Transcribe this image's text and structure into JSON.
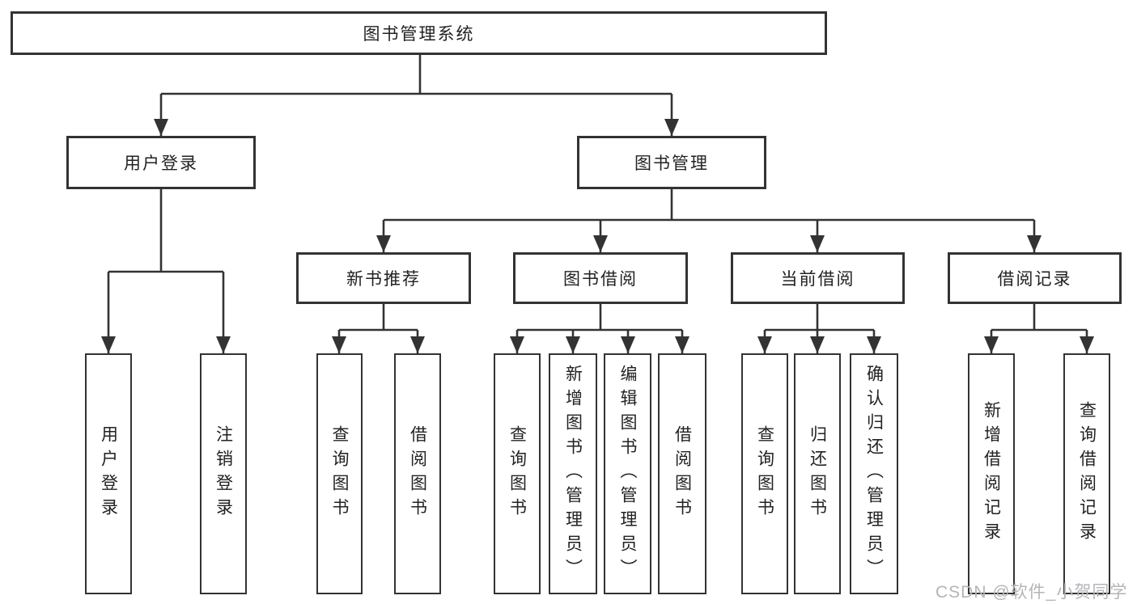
{
  "title": "图书管理系统",
  "watermark": "CSDN @软件_小贺同学",
  "colors": {
    "line": "#333333",
    "box_border": "#333333",
    "text": "#222222",
    "watermark": "#b4b4ba",
    "background": "#ffffff"
  },
  "tree": {
    "root": {
      "label": "图书管理系统"
    },
    "branches": [
      {
        "label": "用户登录",
        "children": [
          {
            "label": "用户登录"
          },
          {
            "label": "注销登录"
          }
        ]
      },
      {
        "label": "图书管理",
        "children": [
          {
            "label": "新书推荐",
            "children": [
              {
                "label": "查询图书"
              },
              {
                "label": "借阅图书"
              }
            ]
          },
          {
            "label": "图书借阅",
            "children": [
              {
                "label": "查询图书"
              },
              {
                "label": "新增图书（管理员）"
              },
              {
                "label": "编辑图书（管理员）"
              },
              {
                "label": "借阅图书"
              }
            ]
          },
          {
            "label": "当前借阅",
            "children": [
              {
                "label": "查询图书"
              },
              {
                "label": "归还图书"
              },
              {
                "label": "确认归还（管理员）"
              }
            ]
          },
          {
            "label": "借阅记录",
            "children": [
              {
                "label": "新增借阅记录"
              },
              {
                "label": "查询借阅记录"
              }
            ]
          }
        ]
      }
    ]
  }
}
